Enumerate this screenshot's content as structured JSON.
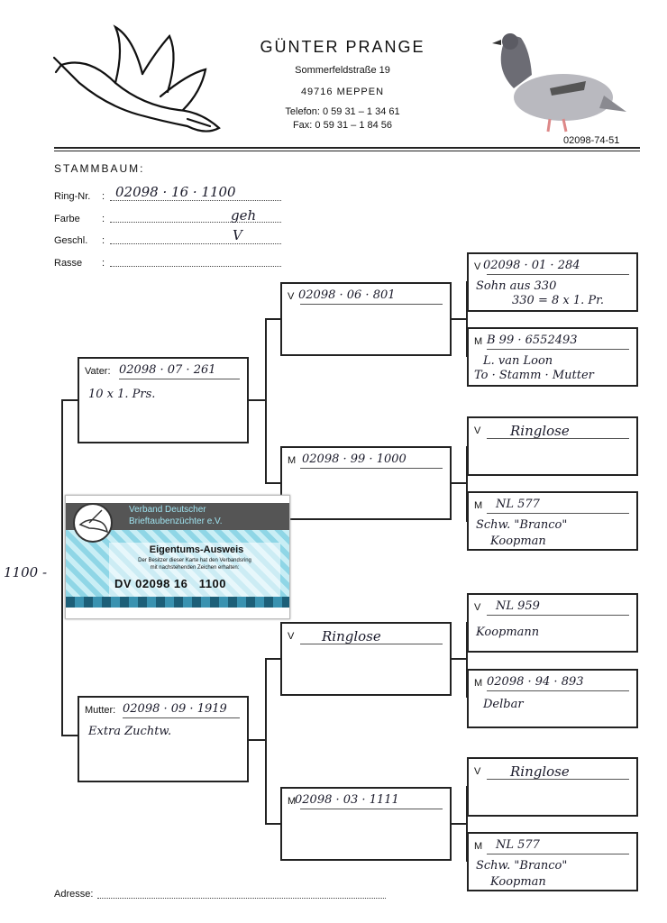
{
  "header": {
    "name": "GÜNTER PRANGE",
    "street": "Sommerfeldstraße 19",
    "city": "49716 MEPPEN",
    "phone": "Telefon: 0 59 31 – 1 34 61",
    "fax": "Fax: 0 59 31 – 1 84 56",
    "breeder_no": "02098-74-51"
  },
  "form": {
    "title": "STAMMBAUM:",
    "ring_label": "Ring-Nr.",
    "ring_value": "02098 · 16 · 1100",
    "farbe_label": "Farbe",
    "farbe_value": "geh",
    "geschl_label": "Geschl.",
    "geschl_value": "V",
    "rasse_label": "Rasse",
    "colon": ":",
    "address_label": "Adresse:"
  },
  "side_note": "1100 -",
  "card": {
    "org_line1": "Verband Deutscher",
    "org_line2": "Brieftaubenzüchter e.V.",
    "title": "Eigentums-Ausweis",
    "text1": "Der Besitzer dieser Karte hat den Verbandsring",
    "text2": "mit nachstehenden Zeichen erhalten:",
    "ring": "DV 02098 16   1100"
  },
  "pedigree": {
    "vater": {
      "label": "Vater:",
      "ring": "02098 · 07 · 261",
      "note": "10 x 1. Prs."
    },
    "mutter": {
      "label": "Mutter:",
      "ring": "02098 · 09 · 1919",
      "note": "Extra Zuchtw."
    },
    "gp_vv": {
      "label": "V",
      "ring": "02098 · 06 · 801"
    },
    "gp_vm": {
      "label": "M",
      "ring": "02098 · 99 · 1000"
    },
    "gp_mv": {
      "label": "V",
      "ring": "Ringlose"
    },
    "gp_mm": {
      "label": "M",
      "ring": "02098 · 03 · 1111"
    },
    "ggp": [
      {
        "label": "V",
        "ring": "02098 · 01 · 284",
        "note1": "Sohn aus 330",
        "note2": "330 = 8 x 1. Pr."
      },
      {
        "label": "M",
        "ring": "B 99 · 6552493",
        "note1": "L. van Loon",
        "note2": "To · Stamm · Mutter"
      },
      {
        "label": "V",
        "ring": "Ringlose",
        "note1": "",
        "note2": ""
      },
      {
        "label": "M",
        "ring": "NL 577",
        "note1": "Schw. \"Branco\"",
        "note2": "Koopman"
      },
      {
        "label": "V",
        "ring": "NL 959",
        "note1": "Koopmann",
        "note2": ""
      },
      {
        "label": "M",
        "ring": "02098 · 94 · 893",
        "note1": "Delbar",
        "note2": ""
      },
      {
        "label": "V",
        "ring": "Ringlose",
        "note1": "",
        "note2": ""
      },
      {
        "label": "M",
        "ring": "NL 577",
        "note1": "Schw. \"Branco\"",
        "note2": "Koopman"
      }
    ]
  }
}
